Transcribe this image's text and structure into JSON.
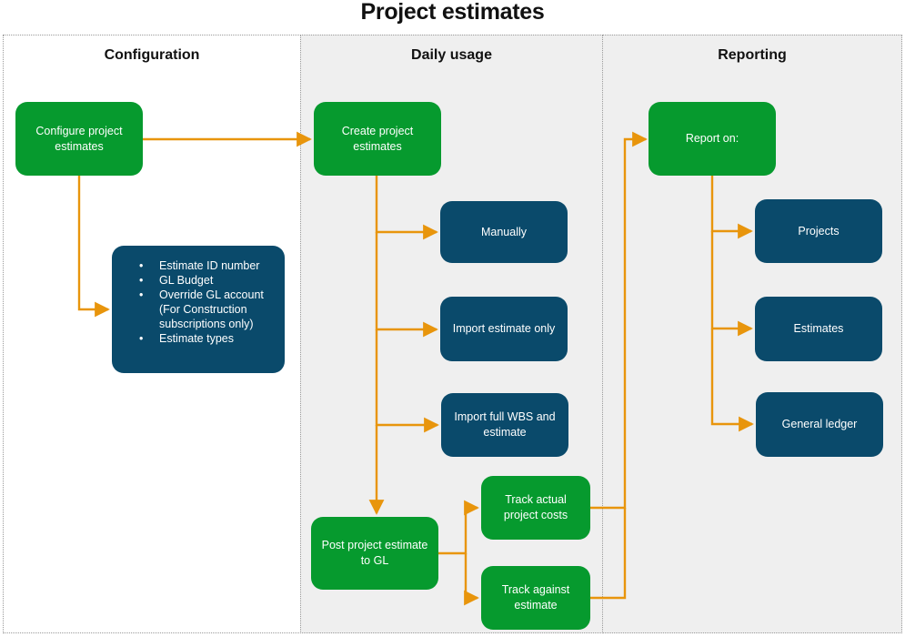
{
  "title": "Project estimates",
  "accent_colors": {
    "green": "#069A2E",
    "blue": "#0A4A6B",
    "orange": "#E8950C",
    "lane_fill": "#efefef",
    "lane_border": "#9a9a9a"
  },
  "lanes": [
    {
      "id": "configuration",
      "title": "Configuration"
    },
    {
      "id": "daily-usage",
      "title": "Daily usage"
    },
    {
      "id": "reporting",
      "title": "Reporting"
    }
  ],
  "nodes": {
    "configure_project_estimates": "Configure project estimates",
    "create_project_estimates": "Create project estimates",
    "report_on": "Report on:",
    "manually": "Manually",
    "import_estimate_only": "Import estimate only",
    "import_full_wbs": "Import full WBS and estimate",
    "post_project_estimate_to_gl": "Post project estimate to GL",
    "track_actual_project_costs": "Track actual project costs",
    "track_against_estimate": "Track against estimate",
    "projects": "Projects",
    "estimates": "Estimates",
    "general_ledger": "General ledger"
  },
  "config_details": {
    "items": [
      {
        "text": "Estimate ID number",
        "bullet": true
      },
      {
        "text": "GL Budget",
        "bullet": true
      },
      {
        "text": "Override GL account",
        "bullet": true
      },
      {
        "text": "(For Construction",
        "bullet": false
      },
      {
        "text": "subscriptions only)",
        "bullet": false
      },
      {
        "text": "Estimate types",
        "bullet": true
      }
    ]
  },
  "chart_data": {
    "type": "diagram",
    "flow": [
      {
        "from": "configure_project_estimates",
        "to": "create_project_estimates"
      },
      {
        "from": "configure_project_estimates",
        "to": "config_details"
      },
      {
        "from": "create_project_estimates",
        "to": "manually"
      },
      {
        "from": "create_project_estimates",
        "to": "import_estimate_only"
      },
      {
        "from": "create_project_estimates",
        "to": "import_full_wbs"
      },
      {
        "from": "create_project_estimates",
        "to": "post_project_estimate_to_gl"
      },
      {
        "from": "post_project_estimate_to_gl",
        "to": "track_actual_project_costs"
      },
      {
        "from": "post_project_estimate_to_gl",
        "to": "track_against_estimate"
      },
      {
        "from": "track_actual_project_costs",
        "to": "report_on"
      },
      {
        "from": "track_against_estimate",
        "to": "report_on"
      },
      {
        "from": "report_on",
        "to": "projects"
      },
      {
        "from": "report_on",
        "to": "estimates"
      },
      {
        "from": "report_on",
        "to": "general_ledger"
      }
    ]
  }
}
